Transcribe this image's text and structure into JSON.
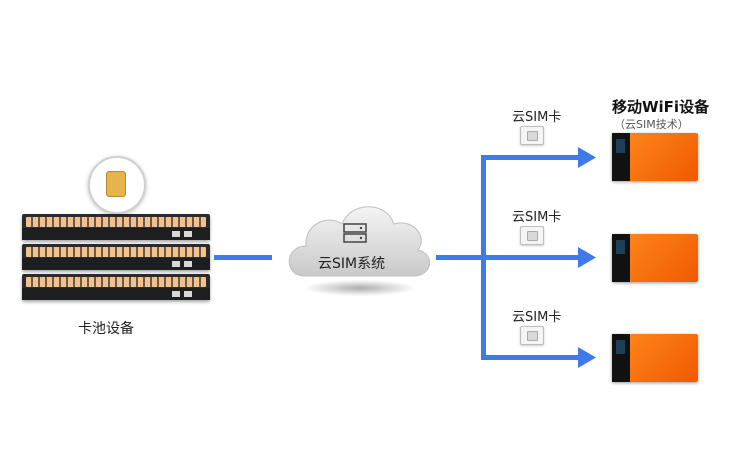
{
  "pool_label": "卡池设备",
  "cloud_label": "云SIM系统",
  "wifi_title": "移动WiFi设备",
  "wifi_subtitle": "（云SIM技术）",
  "sim_labels": [
    "云SIM卡",
    "云SIM卡",
    "云SIM卡"
  ],
  "colors": {
    "line": "#3f7be8",
    "device": "#f26b0f"
  },
  "icons": [
    "sim-card-icon",
    "server-icon",
    "arrow-right-icon"
  ]
}
